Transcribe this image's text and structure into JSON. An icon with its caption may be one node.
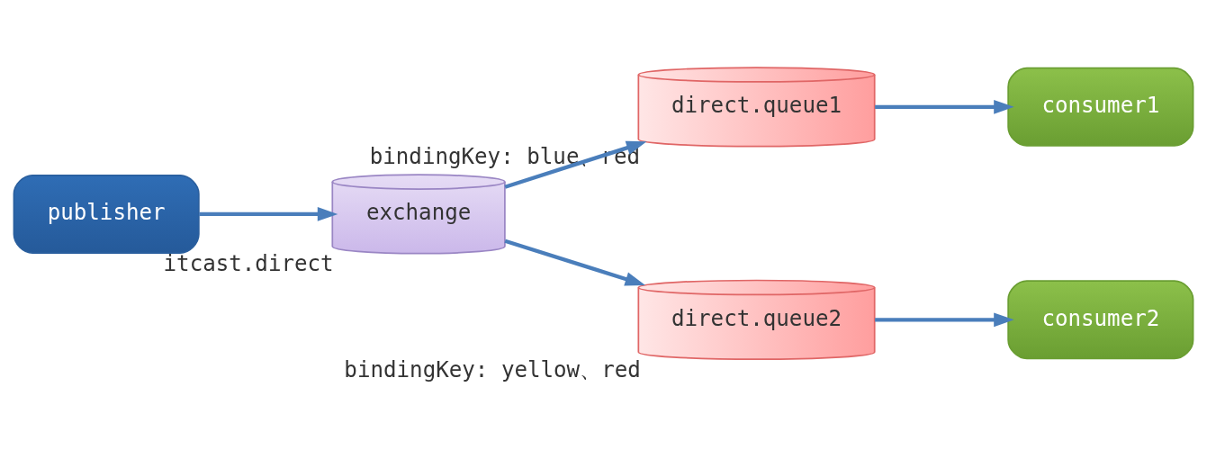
{
  "diagram": {
    "nodes": [
      {
        "text": [
          "publisher"
        ]
      },
      {
        "text": [
          "exchange"
        ],
        "beside": [
          "itcast.direct"
        ]
      },
      {
        "text": [
          "direct.queue1"
        ],
        "beside": [
          "bindingKey: blue、red"
        ]
      },
      {
        "text": [
          "direct.queue2"
        ],
        "beside": [
          "bindingKey: yellow、red"
        ]
      },
      {
        "text": [
          "consumer1"
        ]
      },
      {
        "text": [
          "consumer2"
        ]
      }
    ],
    "edges": [
      {
        "from": 0,
        "to": 1,
        "arrow": "to"
      },
      {
        "from": 1,
        "to": 2,
        "arrow": "to"
      },
      {
        "from": 1,
        "to": 3,
        "arrow": "to"
      },
      {
        "from": 2,
        "to": 4,
        "arrow": "to"
      },
      {
        "from": 3,
        "to": 5,
        "arrow": "to"
      }
    ]
  }
}
